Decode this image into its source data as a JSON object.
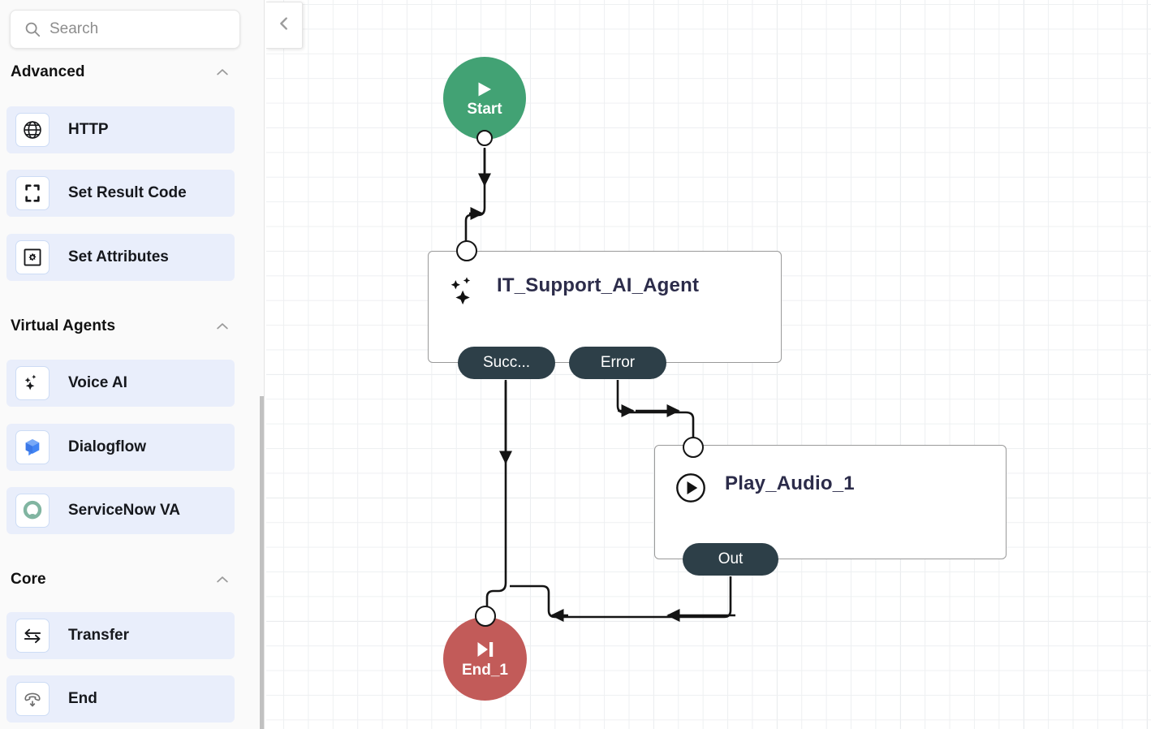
{
  "sidebar": {
    "search": {
      "placeholder": "Search",
      "value": "",
      "icon": "search-icon"
    },
    "groups": [
      {
        "title": "Advanced",
        "collapse_icon": "chevron-up-icon",
        "items": [
          {
            "label": "HTTP",
            "icon": "globe-icon"
          },
          {
            "label": "Set Result Code",
            "icon": "curly-braces-icon"
          },
          {
            "label": "Set Attributes",
            "icon": "gear-square-icon"
          }
        ]
      },
      {
        "title": "Virtual Agents",
        "collapse_icon": "chevron-up-icon",
        "items": [
          {
            "label": "Voice AI",
            "icon": "sparkles-icon"
          },
          {
            "label": "Dialogflow",
            "icon": "dialogflow-cube-icon"
          },
          {
            "label": "ServiceNow VA",
            "icon": "servicenow-ring-icon"
          }
        ]
      },
      {
        "title": "Core",
        "collapse_icon": "chevron-up-icon",
        "items": [
          {
            "label": "Transfer",
            "icon": "transfer-arrows-icon"
          },
          {
            "label": "End",
            "icon": "hangup-phone-icon"
          }
        ]
      }
    ],
    "scrollbar": {
      "name": "sidebar-scrollbar"
    }
  },
  "canvas": {
    "collapse_button": {
      "icon": "chevron-left-icon",
      "label": ""
    },
    "nodes": [
      {
        "id": "start",
        "type": "start",
        "label": "Start",
        "icon": "play-icon",
        "color": "#42a274"
      },
      {
        "id": "it_support_ai_agent",
        "type": "box",
        "label": "IT_Support_AI_Agent",
        "icon": "sparkles-icon",
        "ports": [
          "Succ...",
          "Error"
        ]
      },
      {
        "id": "play_audio_1",
        "type": "box",
        "label": "Play_Audio_1",
        "icon": "play-circle-icon",
        "ports": [
          "Out"
        ]
      },
      {
        "id": "end_1",
        "type": "end",
        "label": "End_1",
        "icon": "skip-end-icon",
        "color": "#c25b59"
      }
    ],
    "ports": {
      "success": "Succ...",
      "error": "Error",
      "out": "Out"
    }
  },
  "colors": {
    "start_green": "#42a274",
    "end_red": "#c25b59",
    "port_dark": "#2d3f48",
    "node_title": "#2c2c4a",
    "item_bg": "#e9eefb",
    "accent_blue": "#4285f4",
    "servicenow_green": "#81b5a1"
  }
}
